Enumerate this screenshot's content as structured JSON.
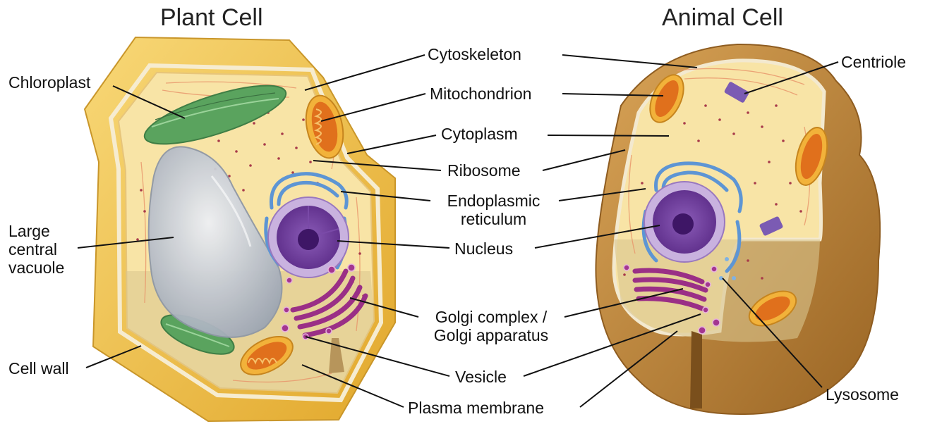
{
  "titles": {
    "plant": "Plant Cell",
    "animal": "Animal Cell"
  },
  "labels": {
    "chloroplast": "Chloroplast",
    "large_central_vacuole": [
      "Large",
      "central",
      "vacuole"
    ],
    "cell_wall": "Cell wall",
    "cytoskeleton": "Cytoskeleton",
    "mitochondrion": "Mitochondrion",
    "cytoplasm": "Cytoplasm",
    "ribosome": "Ribosome",
    "endoplasmic_reticulum": [
      "Endoplasmic",
      "reticulum"
    ],
    "nucleus": "Nucleus",
    "golgi": [
      "Golgi complex /",
      "Golgi apparatus"
    ],
    "vesicle": "Vesicle",
    "plasma_membrane": "Plasma membrane",
    "centriole": "Centriole",
    "lysosome": "Lysosome"
  },
  "colors": {
    "cell_wall": "#f0c040",
    "cytoplasm": "#f8e4a6",
    "chloroplast": "#5aa35e",
    "mitochondrion": "#e0701c",
    "nucleus": "#6e3c9a",
    "er": "#5d95d4",
    "golgi": "#9a2f86",
    "vacuole": "#c4c9d2",
    "animal_outer": "#b98030"
  }
}
